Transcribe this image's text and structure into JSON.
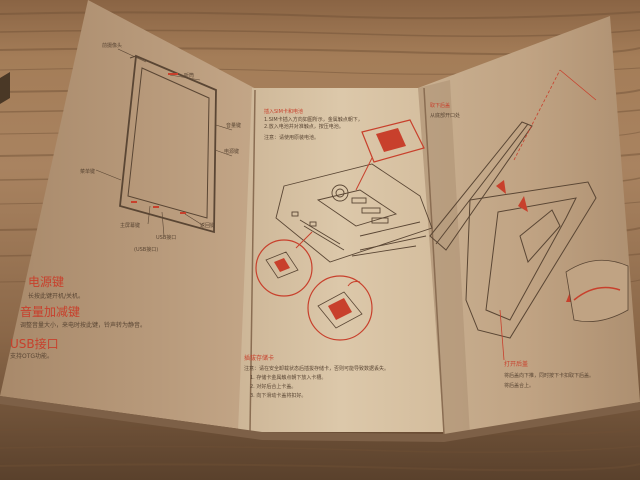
{
  "scene": {
    "colors": {
      "table_light": "#b18a62",
      "table_dark": "#6a4b30",
      "paper_left": "#b99a7a",
      "paper_middle": "#d8c3a4",
      "paper_right": "#c5a988",
      "ink": "#5a4634",
      "accent_red": "#c8402c"
    }
  },
  "left_panel": {
    "label_left_top": "前摄像头",
    "label_right_top": "听筒",
    "label_right_a": "音量键",
    "label_right_b": "电源键",
    "label_left_mid": "菜单键",
    "label_bottom_menu": "主屏幕键",
    "label_bottom_back": "返回键",
    "label_usb": "USB接口",
    "label_usb_paren": "(USB接口)",
    "sections": [
      {
        "title": "电源键",
        "body": "长按此键开机/关机。"
      },
      {
        "title": "音量加减键",
        "body": "调整音量大小，来电时按此键，铃声转为静音。"
      },
      {
        "title": "USB接口",
        "body": "支持OTG功能。"
      }
    ]
  },
  "middle_panel": {
    "top_title": "插入SIM卡和电池",
    "top_body_1": "1.SIM卡插入方向如图所示，金属触点朝下，",
    "top_body_2": "2.放入电池并对准触点，按压电池。",
    "top_note": "注意：请使用原装电池。",
    "bottom_title": "插拔存储卡",
    "bottom_body_1": "注意：请在安全卸载状态后插拔存储卡，否则可能导致数据丢失。",
    "bottom_body_2": "1. 存储卡金属触点朝下放入卡槽。",
    "bottom_body_3": "2. 对好后合上卡盖。",
    "bottom_body_4": "3. 向下滑动卡盖将扣好。"
  },
  "right_panel": {
    "top_title": "取下后盖",
    "top_body": "从底部开口处",
    "bottom_title": "打开后盖",
    "bottom_body_1": "将后盖向下推，同时按下卡扣取下后盖。",
    "bottom_body_2": "将后盖合上。"
  }
}
